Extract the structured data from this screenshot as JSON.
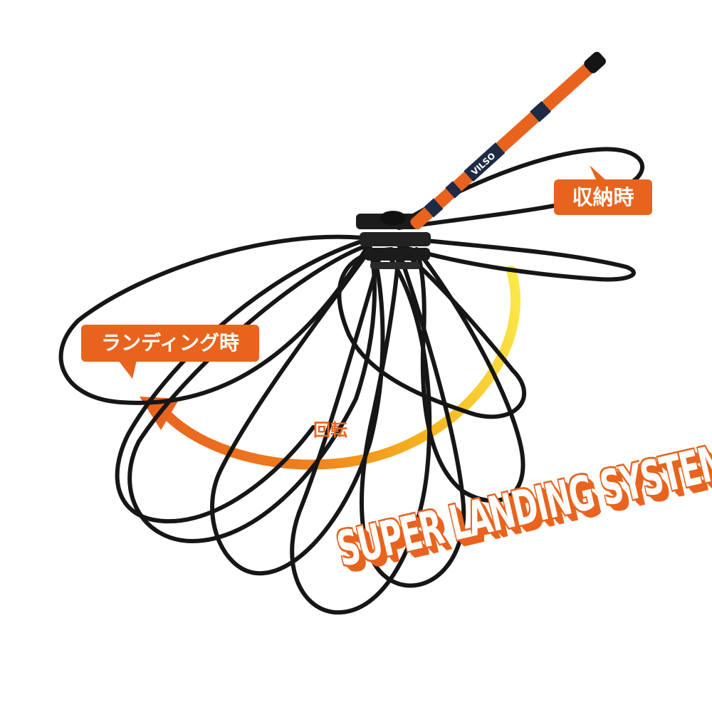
{
  "labels": {
    "storage": "収納時",
    "landing": "ランディング時",
    "rotate": "回転"
  },
  "banner": {
    "text": "SUPER LANDING SYSTEM"
  },
  "handle": {
    "brand": "VILSO"
  },
  "colors": {
    "accent": "#e8641e",
    "frame": "#1a1a1a",
    "handle_dark": "#1f2a44",
    "arrow_yellow": "#f6d21f"
  }
}
